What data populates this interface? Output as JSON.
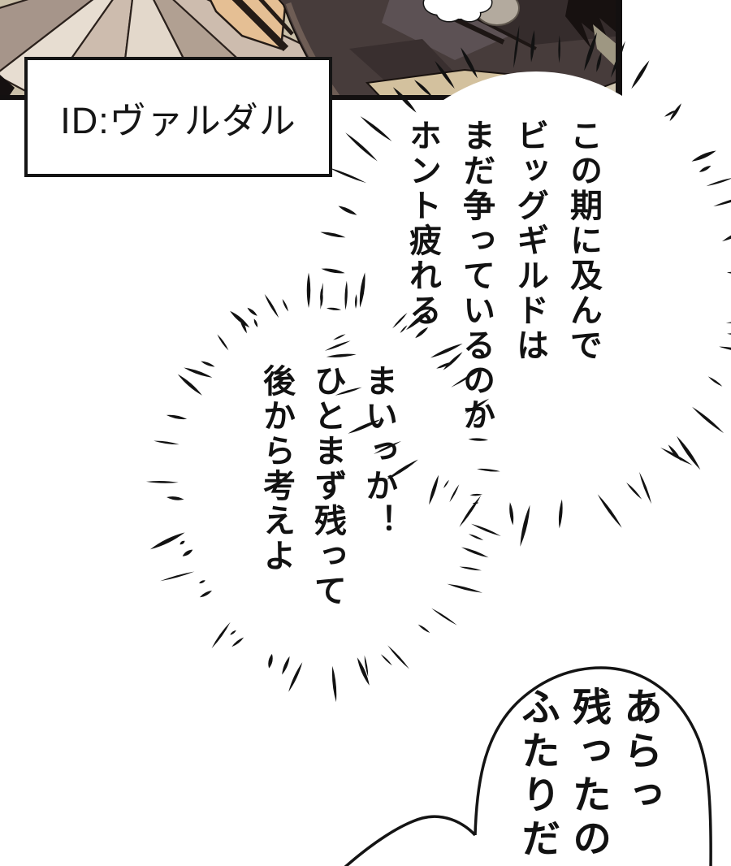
{
  "page": {
    "type": "manga-page",
    "background": "#ffffff",
    "ink": "#141414"
  },
  "panel": {
    "id_box": {
      "label": "ID:ヴァルダル",
      "background": "#ffffff",
      "border_color": "#141414"
    },
    "palette": {
      "tan_background": "#cbc0a9",
      "fan_cream": "#e7ddd1",
      "fan_mauve": "#a6958a",
      "skin": "#e5bf94",
      "coat_dark": "#473c3b",
      "coat_gray": "#5c5154",
      "armor_trim": "#d3c19e"
    }
  },
  "bubbles": {
    "thought1": {
      "shape": "spiky-burst",
      "lines": [
        "この期に及んで",
        "ビッグギルドは",
        "まだ争っているのか",
        "ホント疲れる"
      ]
    },
    "thought2": {
      "shape": "spiky-burst",
      "lines": [
        "まいっか！",
        "ひとまず残って",
        "後から考えよ"
      ]
    },
    "speech1": {
      "shape": "round-cloud",
      "lines": [
        "あらっ",
        "残ったの",
        "ふたりだ"
      ]
    }
  }
}
